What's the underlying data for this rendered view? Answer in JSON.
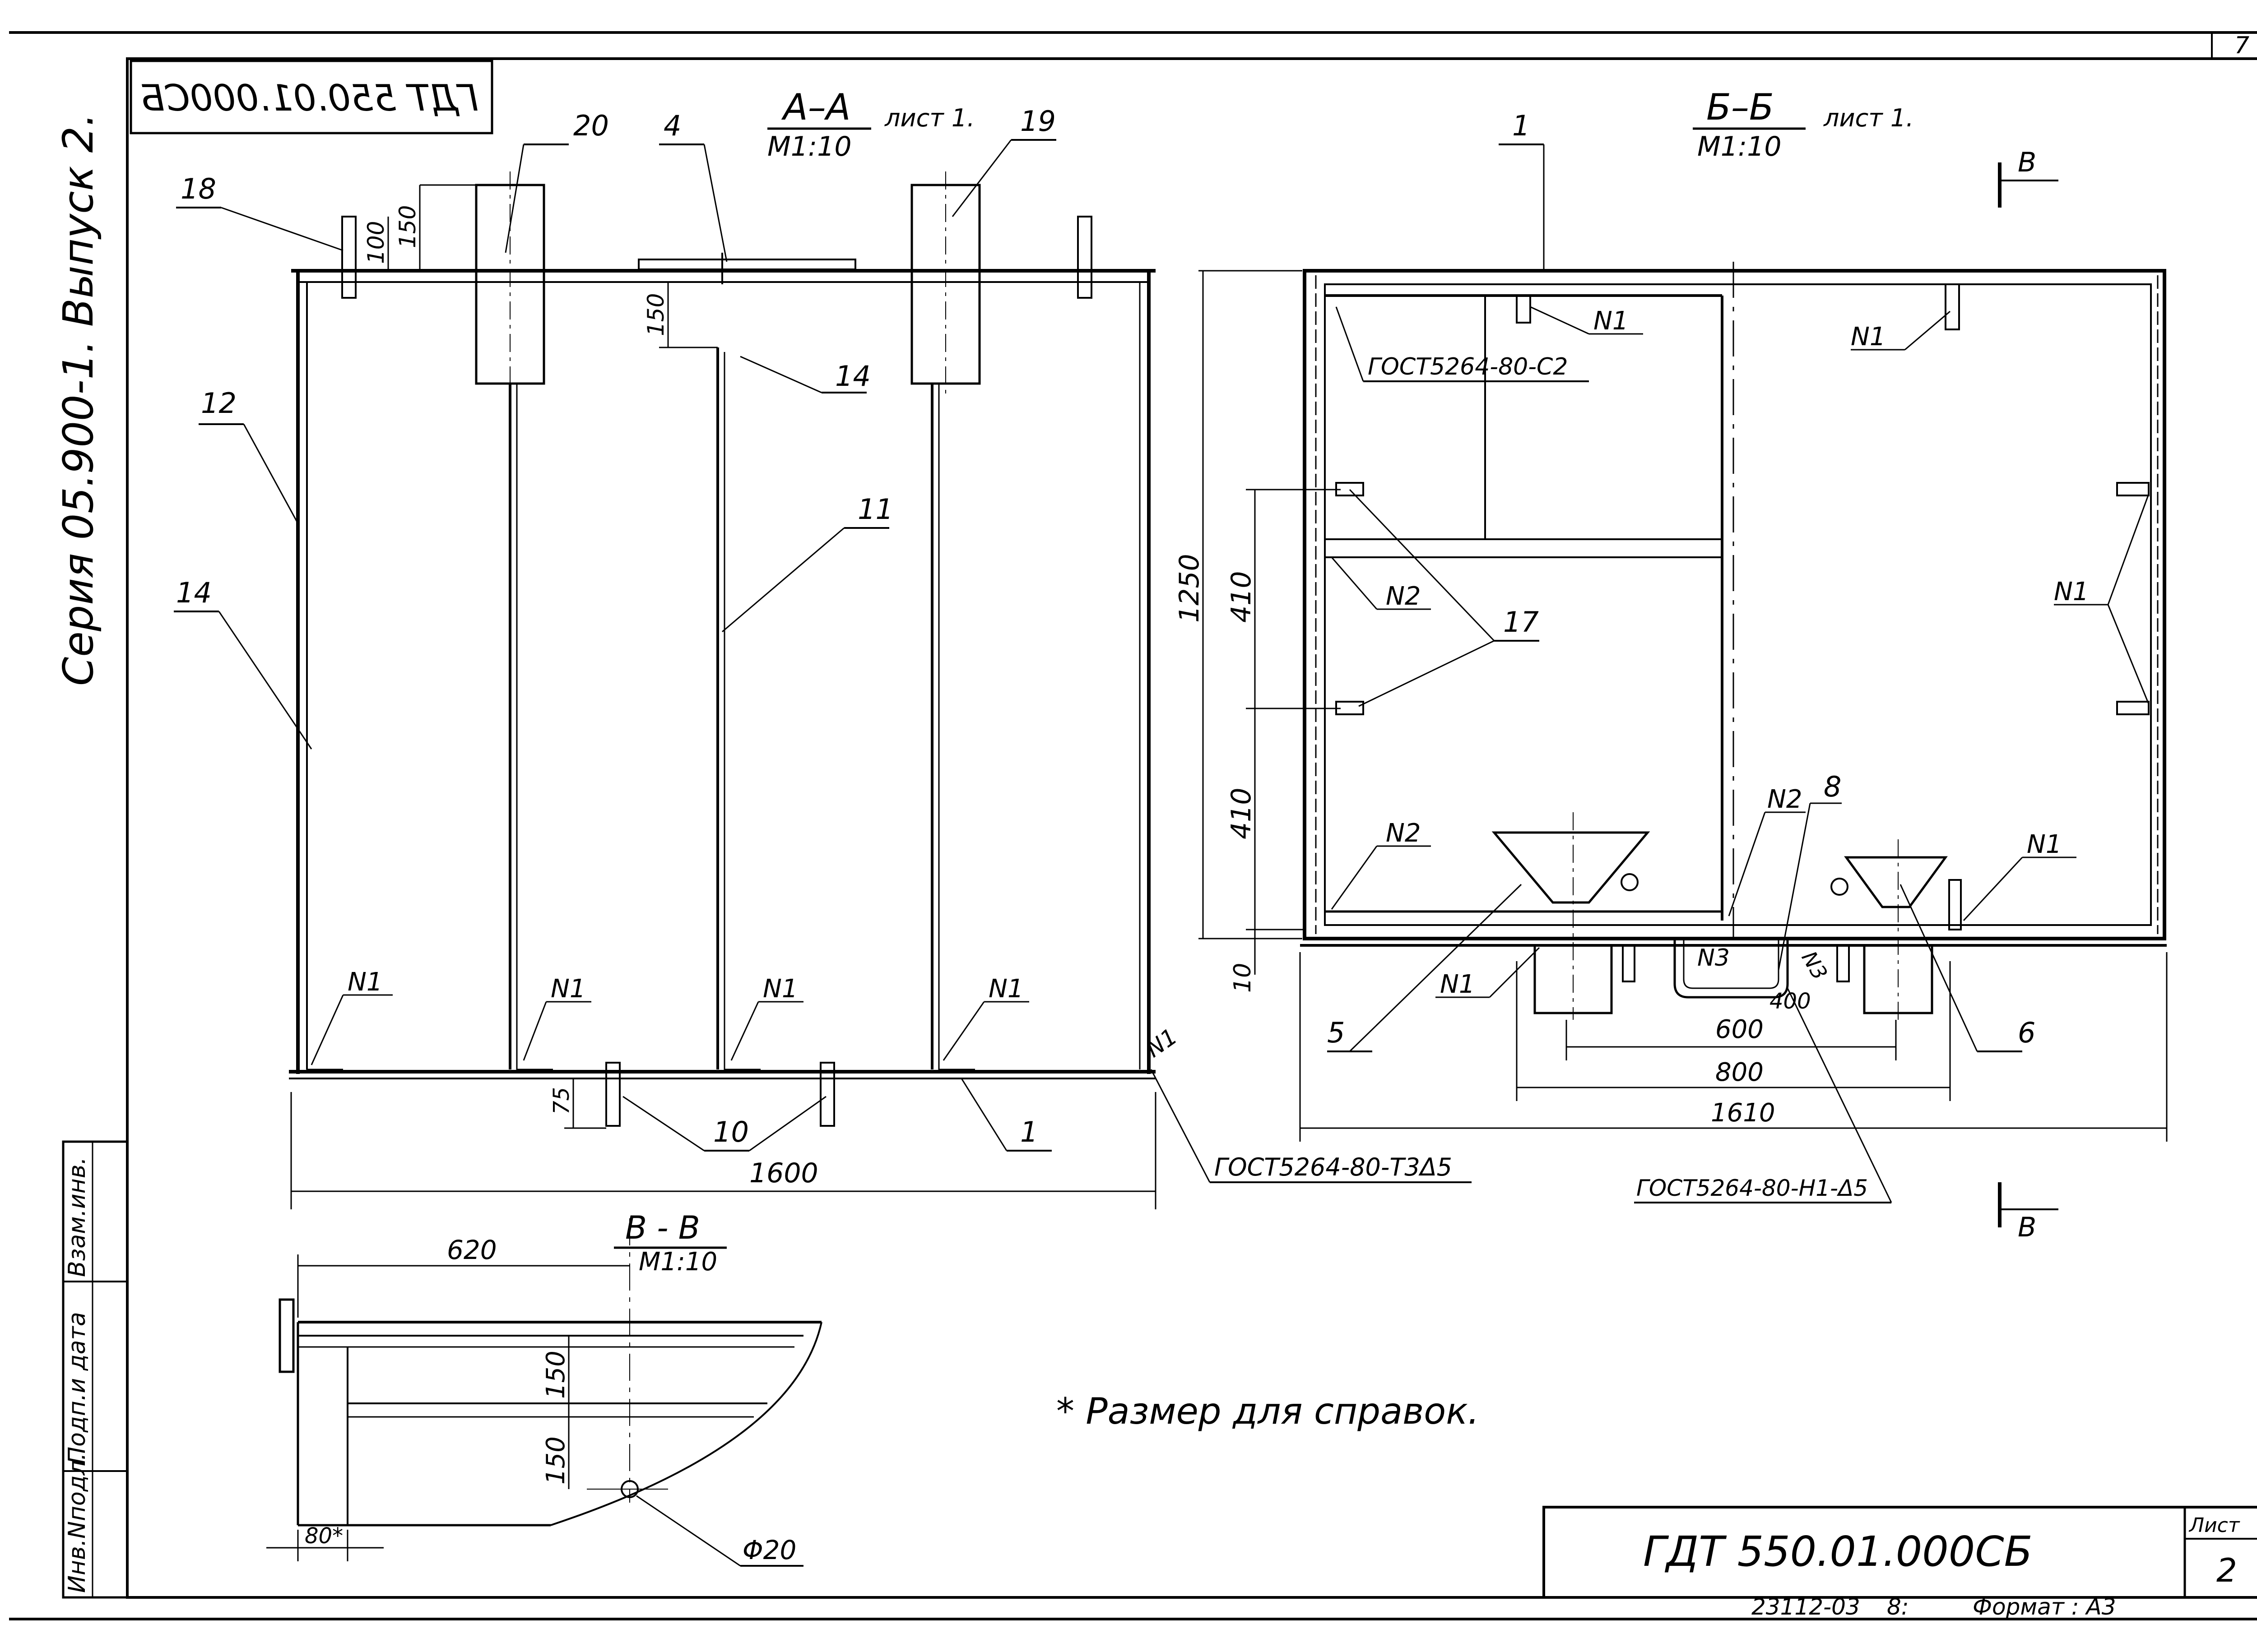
{
  "sheet": {
    "sheet_corner_number": "7",
    "series_text": "Серия 05.900-1. Выпуск 2.",
    "mirrored_stamp": "ГДТ 550.01.000СБ",
    "designation": "ГДТ 550.01.000СБ",
    "sheet_label": "Лист",
    "sheet_number": "2",
    "order_code": "23112-03",
    "order_extra": "8:",
    "format_label": "Формат : А3",
    "note": "* Размер для справок.",
    "side_table": {
      "cell1": "Взам.инв.",
      "cell2": "Подп.и дата",
      "cell3": "Инв.Nподл."
    }
  },
  "section_aa": {
    "title": "А–А",
    "scale": "М1:10",
    "sheet_ref": "лист 1.",
    "dims": {
      "width": "1600",
      "d100": "100",
      "d150_top": "150",
      "d150_rib": "150",
      "d75": "75"
    },
    "callouts": {
      "p20": "20",
      "p4": "4",
      "p19": "19",
      "p18": "18",
      "p12": "12",
      "p14a": "14",
      "p14b": "14",
      "p11": "11",
      "p10": "10",
      "p1": "1"
    },
    "weld_marks": [
      "N1",
      "N1",
      "N1",
      "N1",
      "N1"
    ],
    "weld_standard": "ГОСТ5264-80-Т3Δ5"
  },
  "section_bb": {
    "title": "Б–Б",
    "scale": "М1:10",
    "sheet_ref": "лист 1.",
    "cut_letter_top": "В",
    "cut_letter_bottom": "В",
    "callouts": {
      "p1": "1",
      "p17": "17",
      "p8": "8",
      "p5": "5",
      "p6": "6"
    },
    "weld_marks": {
      "n1_top_left": "N1",
      "n1_top_right": "N1",
      "n1_right": "N1",
      "n1_bottom_right": "N1",
      "n1_bottom_left": "N1",
      "n2_mid": "N2",
      "n2_bottom": "N2",
      "n2_center": "N2",
      "n3": "N3",
      "n3_rot": "N3"
    },
    "weld_standard_c2": "ГОСТ5264-80-С2",
    "weld_standard_h1": "ГОСТ5264-80-Н1-Δ5",
    "dims": {
      "height": "1250",
      "d410_top": "410",
      "d410_bottom": "410",
      "d10": "10",
      "d400": "400",
      "d600": "600",
      "d800": "800",
      "d1610": "1610"
    }
  },
  "section_vv": {
    "title": "В - В",
    "scale": "М1:10",
    "dims": {
      "d620": "620",
      "d150_a": "150",
      "d150_b": "150",
      "d80": "80*",
      "diameter": "Φ20"
    }
  }
}
